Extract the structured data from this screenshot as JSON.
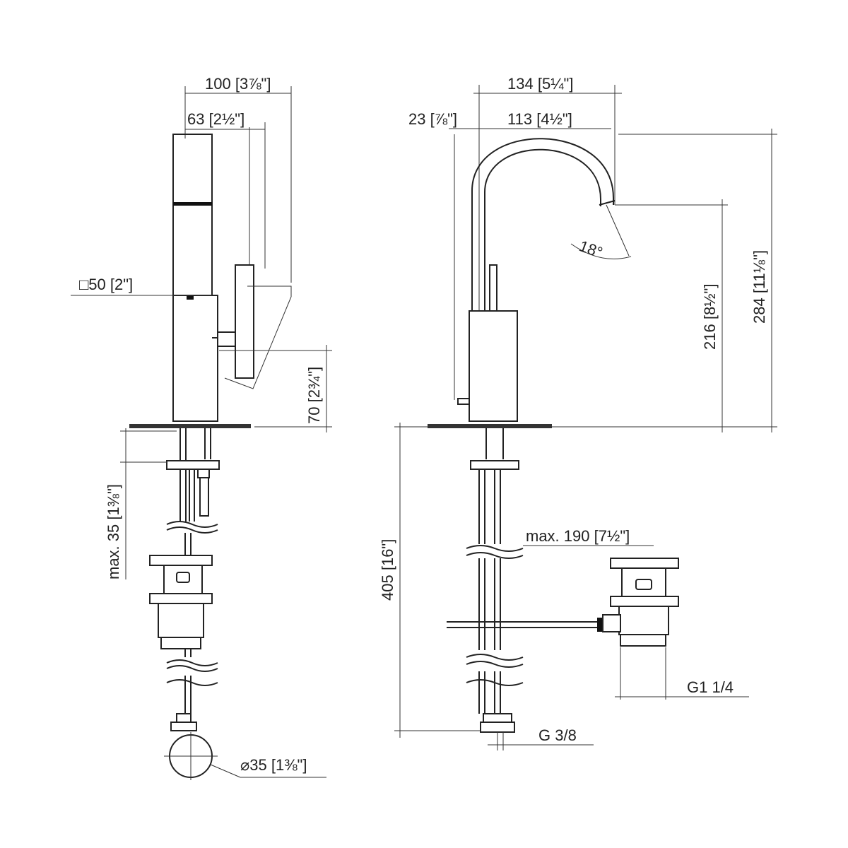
{
  "dimensions": {
    "side_view": {
      "overall_width": {
        "value": "100",
        "imperial": "3⅞\""
      },
      "body_width": {
        "value": "63",
        "imperial": "2½\""
      },
      "square_body": {
        "value": "□50",
        "imperial": "2\""
      },
      "lever_height": {
        "value": "70",
        "imperial": "2¾\""
      },
      "deck_thickness": {
        "value": "max. 35",
        "imperial": "1⅜\""
      },
      "hole_diameter": {
        "value": "⌀35",
        "imperial": "1⅜\""
      }
    },
    "front_view": {
      "spout_reach_total": {
        "value": "134",
        "imperial": "5¼\""
      },
      "spout_reach": {
        "value": "113",
        "imperial": "4½\""
      },
      "offset": {
        "value": "23",
        "imperial": "⅞\""
      },
      "spout_angle": {
        "value": "18°"
      },
      "outlet_height": {
        "value": "216",
        "imperial": "8½\""
      },
      "total_height": {
        "value": "284",
        "imperial": "11⅛\""
      },
      "hose_length": {
        "value": "405",
        "imperial": "16\""
      },
      "rod_length": {
        "value": "max. 190",
        "imperial": "7½\""
      },
      "waste_thread": {
        "value": "G1 1/4"
      },
      "supply_thread": {
        "value": "G 3/8"
      }
    }
  }
}
